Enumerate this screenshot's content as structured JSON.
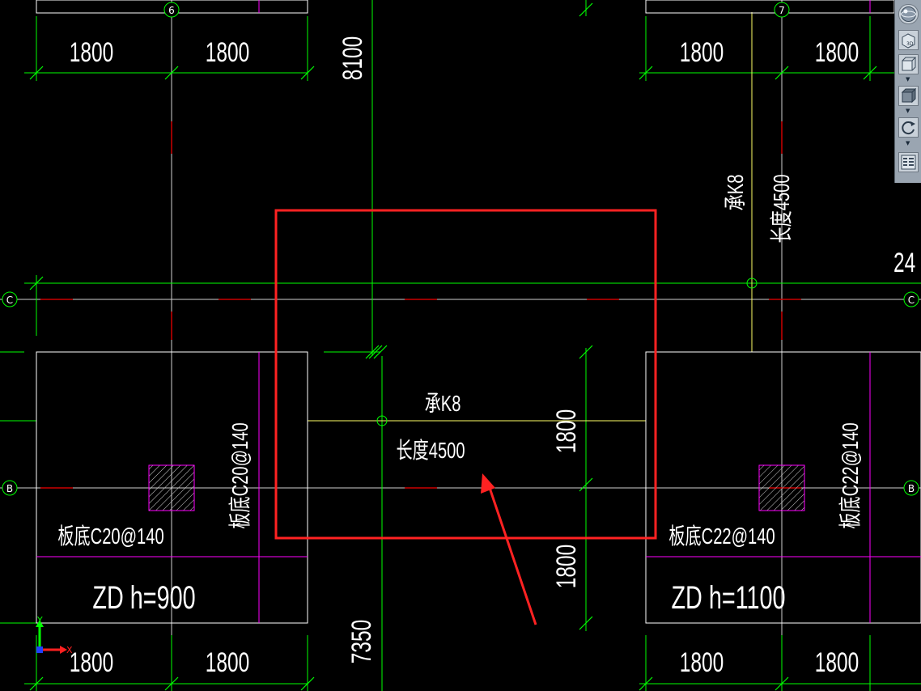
{
  "drawing": {
    "axes": {
      "col6": "6",
      "col7": "7",
      "rowC": "C",
      "rowB": "B"
    },
    "top_dims": [
      "1800",
      "1800",
      "1800",
      "1800"
    ],
    "bottom_dims": [
      "1800",
      "1800",
      "1800",
      "1800"
    ],
    "vertical_dims": {
      "top": "8100",
      "bottom": "7350",
      "mid_upper": "1800",
      "mid_lower": "1800"
    },
    "beam_center": {
      "name": "承K8",
      "length": "长度4500"
    },
    "beam_right": {
      "name": "承K8",
      "length": "长度4500"
    },
    "edge_text": "24",
    "left_foundation": {
      "rebar_h": "板底C20@140",
      "rebar_v": "板底C20@140",
      "label": "ZD h=900"
    },
    "right_foundation": {
      "rebar_h": "板底C22@140",
      "rebar_v": "板底C22@140",
      "label": "ZD h=1100"
    },
    "ucs": {
      "x": "X",
      "y": "Y"
    }
  },
  "colors": {
    "background": "#000000",
    "grid": "#00ff00",
    "axis_line": "#cfcfcf",
    "outline": "#ffffff",
    "beam": "#ffff66",
    "rebar_line": "#ff00ff",
    "highlight": "#ff2222"
  },
  "toolbar": {
    "buttons": [
      "orbit-globe-icon",
      "view-3d-icon",
      "view-cube-icon",
      "solid-box-icon",
      "rotate-icon",
      "panel-grid-icon"
    ]
  }
}
